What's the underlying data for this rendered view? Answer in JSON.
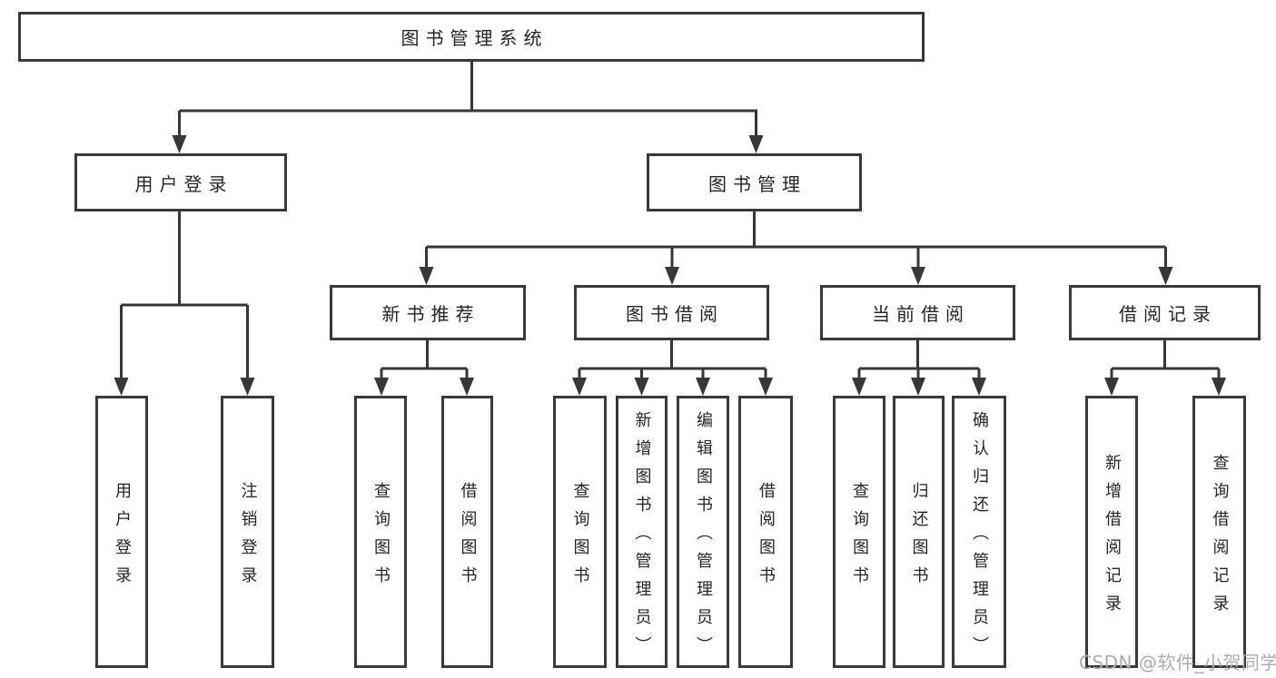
{
  "tree": {
    "root": "图书管理系统",
    "children": [
      {
        "label": "用户登录",
        "children": [
          "用户登录",
          "注销登录"
        ]
      },
      {
        "label": "图书管理",
        "children": [
          {
            "label": "新书推荐",
            "children": [
              "查询图书",
              "借阅图书"
            ]
          },
          {
            "label": "图书借阅",
            "children": [
              "查询图书",
              "新增图书（管理员）",
              "编辑图书（管理员）",
              "借阅图书"
            ]
          },
          {
            "label": "当前借阅",
            "children": [
              "查询图书",
              "归还图书",
              "确认归还（管理员）"
            ]
          },
          {
            "label": "借阅记录",
            "children": [
              "新增借阅记录",
              "查询借阅记录"
            ]
          }
        ]
      }
    ]
  },
  "watermark": {
    "text": "CSDN @软件_小贺同学"
  },
  "colors": {
    "line": "#373737",
    "border": "#3a3a3a",
    "text": "#262626",
    "watermark": "#adadad",
    "background": "#ffffff"
  }
}
